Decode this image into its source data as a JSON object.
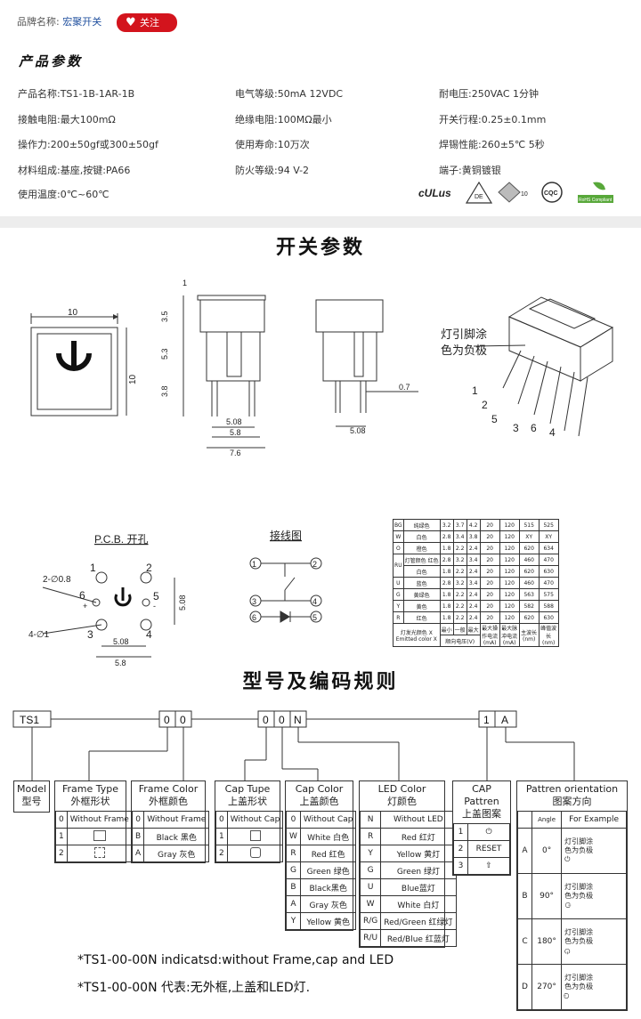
{
  "store": {
    "brand_label": "品牌名称:",
    "brand_value": "宏聚开关",
    "follow": "关注",
    "section_title": "产品参数"
  },
  "params": [
    {
      "t": "产品名称:TS1-1B-1AR-1B"
    },
    {
      "t": "电气等级:50mA  12VDC"
    },
    {
      "t": "耐电压:250VAC  1分钟"
    },
    {
      "t": "接触电阻:最大100mΩ"
    },
    {
      "t": "绝缘电阻:100MΩ最小"
    },
    {
      "t": "开关行程:0.25±0.1mm"
    },
    {
      "t": "操作力:200±50gf或300±50gf"
    },
    {
      "t": "使用寿命:10万次"
    },
    {
      "t": "焊锡性能:260±5℃  5秒"
    },
    {
      "t": "材料组成:基座,按键:PA66"
    },
    {
      "t": "防火等级:94 V-2"
    },
    {
      "t": "端子:黄铜镀银"
    },
    {
      "t": "使用温度:0℃~60℃"
    }
  ],
  "certs": [
    "cULus",
    "DE",
    "10",
    "CQC",
    "RoHS Compliant"
  ],
  "headings": {
    "params": "开关参数",
    "model": "型号及编码规则"
  },
  "drawing": {
    "front_w": "10",
    "front_h": "10",
    "side_dims": [
      "1",
      "3.5",
      "5.3",
      "3.8",
      "5.08",
      "5.8",
      "7.6"
    ],
    "side2_dims": [
      "0.7",
      "5.08"
    ],
    "iso_note_1": "灯引脚涂",
    "iso_note_2": "色为负极",
    "iso_pins": [
      "1",
      "2",
      "5",
      "3",
      "6",
      "4"
    ],
    "pcb_title": "P.C.B. 开孔",
    "pcb_hole1": "2-∅0.8",
    "pcb_hole2": "4-∅1",
    "pcb_pins": [
      "1",
      "2",
      "6",
      "5",
      "3",
      "4"
    ],
    "pcb_plus": "+",
    "pcb_minus": "-",
    "pcb_dims": [
      "5.08",
      "5.08",
      "5.8"
    ],
    "wiring_title": "接线图",
    "wiring_pins": [
      "1",
      "2",
      "3",
      "4",
      "6",
      "5"
    ]
  },
  "led_table": {
    "rows": [
      [
        "BG",
        "纯绿色",
        "3.2",
        "3.7",
        "4.2",
        "20",
        "120",
        "515",
        "525"
      ],
      [
        "W",
        "白色",
        "2.8",
        "3.4",
        "3.8",
        "20",
        "120",
        "XY",
        "XY"
      ],
      [
        "O",
        "橙色",
        "1.8",
        "2.2",
        "2.4",
        "20",
        "120",
        "620",
        "634"
      ],
      [
        "",
        "红色",
        "2.8",
        "3.2",
        "3.4",
        "20",
        "120",
        "460",
        "470"
      ],
      [
        "",
        "白色",
        "1.8",
        "2.2",
        "2.4",
        "20",
        "120",
        "620",
        "630"
      ],
      [
        "U",
        "蓝色",
        "2.8",
        "3.2",
        "3.4",
        "20",
        "120",
        "460",
        "470"
      ],
      [
        "G",
        "黄绿色",
        "1.8",
        "2.2",
        "2.4",
        "20",
        "120",
        "563",
        "575"
      ],
      [
        "Y",
        "黄色",
        "1.8",
        "2.2",
        "2.4",
        "20",
        "120",
        "582",
        "588"
      ],
      [
        "R",
        "红色",
        "1.8",
        "2.2",
        "2.4",
        "20",
        "120",
        "620",
        "630"
      ]
    ],
    "ru": "RU",
    "ru_sub": "灯管颜色",
    "foot_a": "灯发光颜色 X",
    "foot_b": "Emitted color X",
    "min": "最小",
    "typ": "一般",
    "max": "最大",
    "vf": "顺向电压(V)",
    "ifa": "最大操作电流(mA)",
    "ifp": "最大脉冲电流(mA)",
    "wl": "主波长(nm)",
    "pk": "峰值波长(nm)"
  },
  "code": {
    "parts": [
      "TS1",
      "0",
      "0",
      "0",
      "0",
      "N",
      "1",
      "A"
    ]
  },
  "boxes": {
    "model": {
      "en": "Model",
      "cn": "型号"
    },
    "frame_type": {
      "en": "Frame Type",
      "cn": "外框形状",
      "rows": [
        [
          "0",
          "Without Frame"
        ],
        [
          "1",
          ""
        ],
        [
          "2",
          ""
        ]
      ]
    },
    "frame_color": {
      "en": "Frame Color",
      "cn": "外框颜色",
      "rows": [
        [
          "0",
          "Without Frame"
        ],
        [
          "B",
          "Black 黑色"
        ],
        [
          "A",
          "Gray 灰色"
        ]
      ]
    },
    "cap_type": {
      "en": "Cap Tupe",
      "cn": "上盖形状",
      "rows": [
        [
          "0",
          "Without Cap"
        ],
        [
          "1",
          ""
        ],
        [
          "2",
          ""
        ]
      ]
    },
    "cap_color": {
      "en": "Cap Color",
      "cn": "上盖颜色",
      "rows": [
        [
          "0",
          "Without Cap"
        ],
        [
          "W",
          "White 白色"
        ],
        [
          "R",
          "Red 红色"
        ],
        [
          "G",
          "Green 绿色"
        ],
        [
          "B",
          "Black黑色"
        ],
        [
          "A",
          "Gray 灰色"
        ],
        [
          "Y",
          "Yellow 黄色"
        ]
      ]
    },
    "led_color": {
      "en": "LED Color",
      "cn": "灯颜色",
      "rows": [
        [
          "N",
          "Without LED"
        ],
        [
          "R",
          "Red 红灯"
        ],
        [
          "Y",
          "Yellow 黄灯"
        ],
        [
          "G",
          "Green 绿灯"
        ],
        [
          "U",
          "Blue蓝灯"
        ],
        [
          "W",
          "White 白灯"
        ],
        [
          "R/G",
          "Red/Green 红绿灯"
        ],
        [
          "R/U",
          "Red/Blue 红蓝灯"
        ]
      ]
    },
    "cap_pattern": {
      "en": "CAP Pattren",
      "cn": "上盖图案",
      "rows": [
        [
          "1",
          "⏻"
        ],
        [
          "2",
          "RESET"
        ],
        [
          "3",
          "⇧"
        ]
      ]
    },
    "orientation": {
      "en": "Pattren orientation",
      "cn": "图案方向",
      "angle": "Angle",
      "example": "For  Example",
      "rows": [
        [
          "A",
          "0°"
        ],
        [
          "B",
          "90°"
        ],
        [
          "C",
          "180°"
        ],
        [
          "D",
          "270°"
        ]
      ],
      "note_1": "灯引脚涂",
      "note_2": "色为负极"
    }
  },
  "notes": [
    "*TS1-00-00N indicatsd:without Frame,cap and LED",
    "*TS1-00-00N 代表:无外框,上盖和LED灯."
  ]
}
